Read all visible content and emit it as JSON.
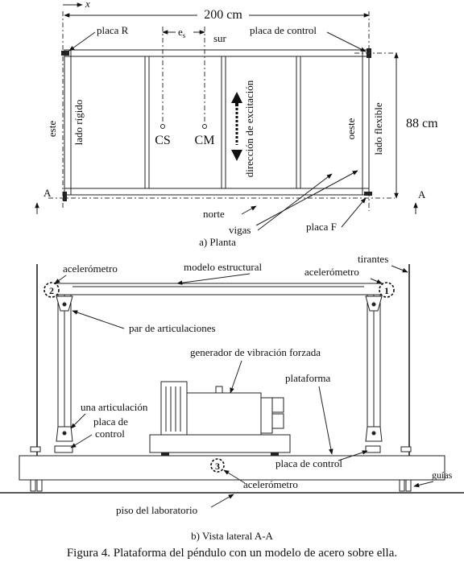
{
  "plan": {
    "x_axis": "x",
    "width_dim": "200 cm",
    "height_dim": "88 cm",
    "es_label": "e",
    "es_sub": "s",
    "labels": {
      "placa_r": "placa R",
      "sur": "sur",
      "placa_control": "placa de control",
      "lado_rigido": "lado rígido",
      "este": "este",
      "cs": "CS",
      "cm": "CM",
      "direccion": "dirección de excitación",
      "oeste": "oeste",
      "lado_flexible": "lado flexible",
      "norte": "norte",
      "vigas": "vigas",
      "placa_f": "placa F",
      "section_a_left": "A",
      "section_a_right": "A"
    },
    "caption": "a) Planta"
  },
  "side": {
    "labels": {
      "acelerometro_left": "acelerómetro",
      "modelo": "modelo estructural",
      "tirantes": "tirantes",
      "acelerometro_right": "acelerómetro",
      "par_articulaciones": "par de articulaciones",
      "generador": "generador de vibración forzada",
      "plataforma": "plataforma",
      "una_articulacion": "una articulación",
      "placa_control_1": "placa de",
      "placa_control_2": "control",
      "placa_control_right": "placa de control",
      "guias": "guías",
      "acelerometro_bottom": "acelerómetro",
      "piso": "piso del laboratorio"
    },
    "sensor_numbers": [
      "2",
      "1",
      "3"
    ],
    "caption": "b) Vista lateral A-A"
  },
  "figure_caption": "Figura 4. Plataforma del péndulo con un modelo de acero sobre ella."
}
